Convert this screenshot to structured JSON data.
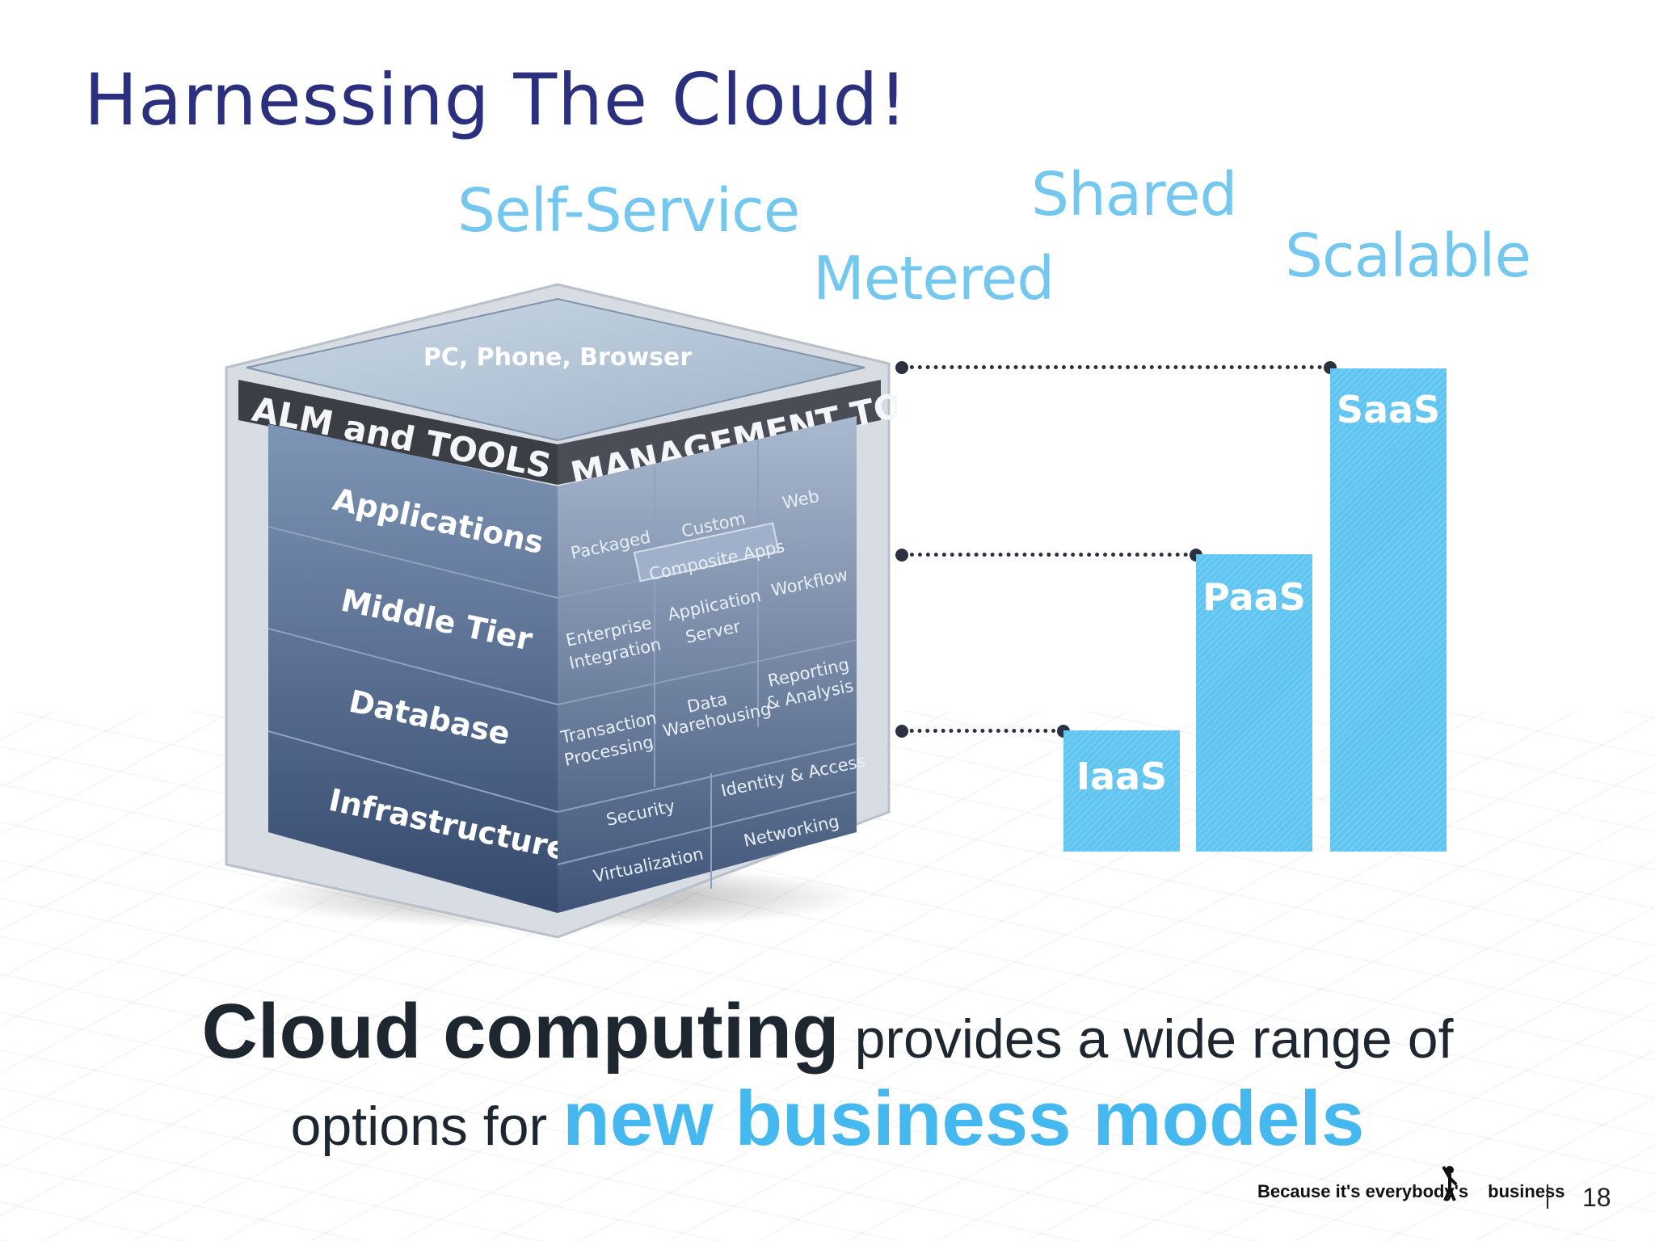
{
  "slide": {
    "title": "Harnessing The Cloud!",
    "page_number": "18"
  },
  "attributes": {
    "self_service": "Self-Service",
    "shared": "Shared",
    "metered": "Metered",
    "scalable": "Scalable"
  },
  "cube": {
    "top": "PC, Phone, Browser",
    "left_band": "ALM and TOOLS",
    "right_band": "MANAGEMENT TOOLS",
    "layers": [
      "Applications",
      "Middle Tier",
      "Database",
      "Infrastructure"
    ],
    "cells": {
      "packaged": "Packaged",
      "custom": "Custom",
      "web": "Web",
      "composite_apps": "Composite Apps",
      "enterprise_integration": [
        "Enterprise",
        "Integration"
      ],
      "application_server": [
        "Application",
        "Server"
      ],
      "workflow": "Workflow",
      "transaction_processing": [
        "Transaction",
        "Processing"
      ],
      "data_warehousing": [
        "Data",
        "Warehousing"
      ],
      "reporting_analysis": [
        "Reporting",
        "& Analysis"
      ],
      "security": "Security",
      "identity_access": "Identity & Access",
      "networking": "Networking",
      "virtualization": "Virtualization"
    }
  },
  "service_models": [
    {
      "label": "IaaS"
    },
    {
      "label": "PaaS"
    },
    {
      "label": "SaaS"
    }
  ],
  "tagline": {
    "bold_part": "Cloud computing",
    "rest_line1": " provides a wide range of",
    "line2_plain": "options for ",
    "line2_highlight": "new business models"
  },
  "footer": {
    "text": "Because it's everybody's",
    "text_end": "business"
  },
  "colors": {
    "title": "#2a2f7e",
    "attribute_text": "#74c8f0",
    "bar": "#5ec4f0",
    "highlight": "#45b9ef"
  }
}
